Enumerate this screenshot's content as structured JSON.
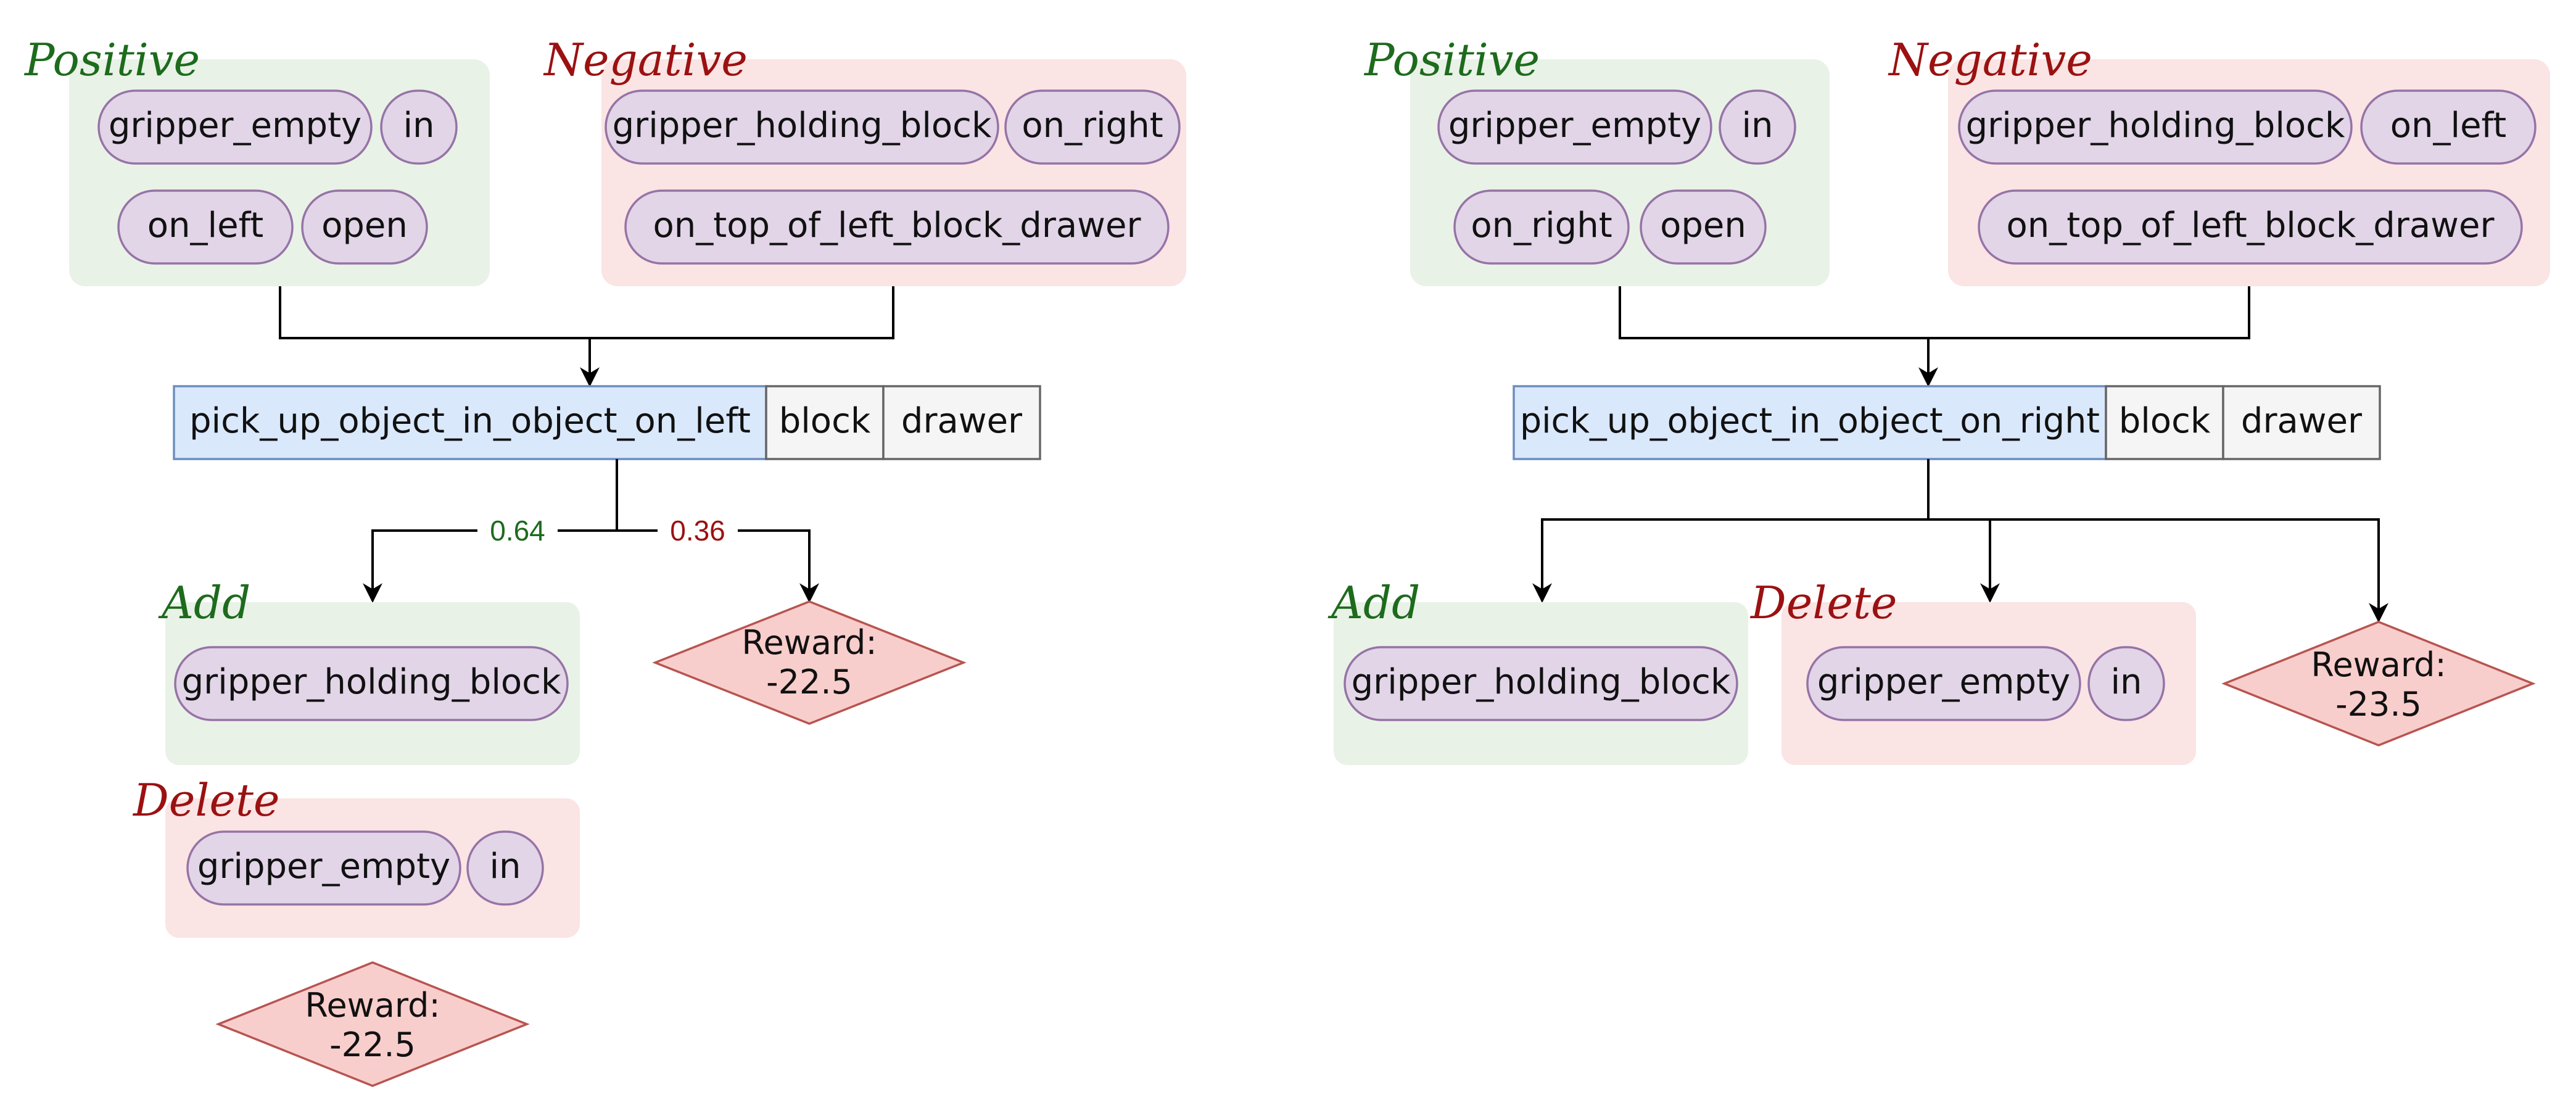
{
  "colors": {
    "positive_label": "#1d6b1d",
    "negative_label": "#9b1111",
    "positive_box": "#e9f2e7",
    "negative_box": "#fbe4e4",
    "predicate_fill": "#e1d5e7",
    "predicate_stroke": "#9673a6",
    "action_fill": "#dae8fc",
    "action_stroke": "#6c8ebf",
    "arg_fill": "#f5f5f5",
    "reward_fill": "#f8cecc",
    "reward_stroke": "#b85450"
  },
  "left": {
    "positive": {
      "label": "Positive",
      "predicates": [
        "gripper_empty",
        "in",
        "on_left",
        "open"
      ]
    },
    "negative": {
      "label": "Negative",
      "predicates": [
        "gripper_holding_block",
        "on_right",
        "on_top_of_left_block_drawer"
      ]
    },
    "action": {
      "name": "pick_up_object_in_object_on_left",
      "args": [
        "block",
        "drawer"
      ]
    },
    "branch_probabilities": [
      "0.64",
      "0.36"
    ],
    "add": {
      "label": "Add",
      "predicates": [
        "gripper_holding_block"
      ]
    },
    "delete": {
      "label": "Delete",
      "predicates": [
        "gripper_empty",
        "in"
      ]
    },
    "reward_success": {
      "label": "Reward:",
      "value": "-22.5"
    },
    "reward_failure": {
      "label": "Reward:",
      "value": "-22.5"
    }
  },
  "right": {
    "positive": {
      "label": "Positive",
      "predicates": [
        "gripper_empty",
        "in",
        "on_right",
        "open"
      ]
    },
    "negative": {
      "label": "Negative",
      "predicates": [
        "gripper_holding_block",
        "on_left",
        "on_top_of_left_block_drawer"
      ]
    },
    "action": {
      "name": "pick_up_object_in_object_on_right",
      "args": [
        "block",
        "drawer"
      ]
    },
    "add": {
      "label": "Add",
      "predicates": [
        "gripper_holding_block"
      ]
    },
    "delete": {
      "label": "Delete",
      "predicates": [
        "gripper_empty",
        "in"
      ]
    },
    "reward": {
      "label": "Reward:",
      "value": "-23.5"
    }
  }
}
